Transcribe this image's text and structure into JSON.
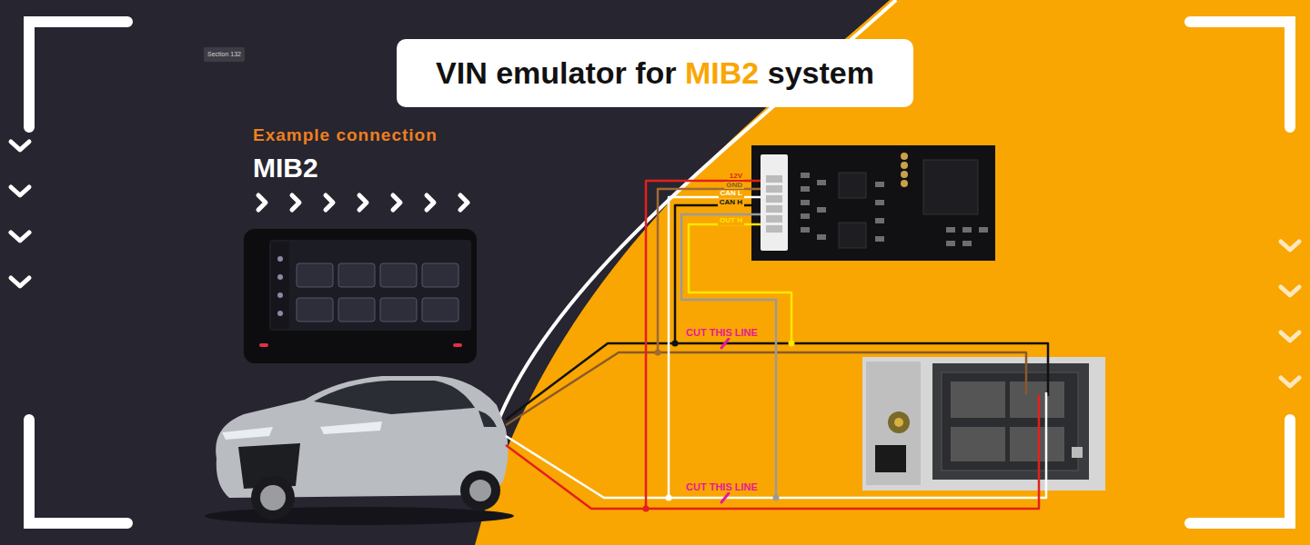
{
  "diagram": {
    "title": "VIN emulator for MIB2 system",
    "nodes": [
      {
        "text": [
          "Section 132"
        ]
      }
    ],
    "labels": [
      "Example connection",
      "MIB2",
      "12V",
      "GND",
      "CAN L",
      "CAN H",
      "OUT H",
      "CUT THIS LINE",
      "CUT THIS LINE"
    ]
  }
}
